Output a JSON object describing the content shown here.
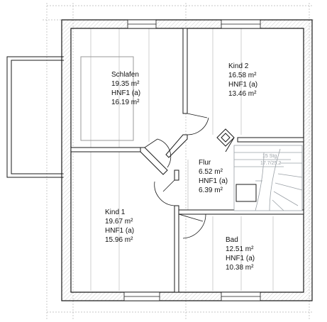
{
  "rooms": {
    "schlafen": {
      "name": "Schlafen",
      "area": "19.35 m²",
      "hnf_label": "HNF1 (a)",
      "hnf_area": "16.19 m²"
    },
    "kind2": {
      "name": "Kind 2",
      "area": "16.58 m²",
      "hnf_label": "HNF1 (a)",
      "hnf_area": "13.46 m²"
    },
    "flur": {
      "name": "Flur",
      "area": "6.52 m²",
      "hnf_label": "HNF1 (a)",
      "hnf_area": "6.39 m²"
    },
    "kind1": {
      "name": "Kind 1",
      "area": "19.67 m²",
      "hnf_label": "HNF1 (a)",
      "hnf_area": "15.96 m²"
    },
    "bad": {
      "name": "Bad",
      "area": "12.51 m²",
      "hnf_label": "HNF1 (a)",
      "hnf_area": "10.38 m²"
    }
  },
  "stair": {
    "line1": "15 Stg",
    "line2": "17.7/25.2"
  },
  "colors": {
    "wall": "#1a1a1a",
    "wall_fill": "#ffffff",
    "guide": "#b5b5b5",
    "hatch": "#cfcfcf",
    "text": "#111111"
  }
}
